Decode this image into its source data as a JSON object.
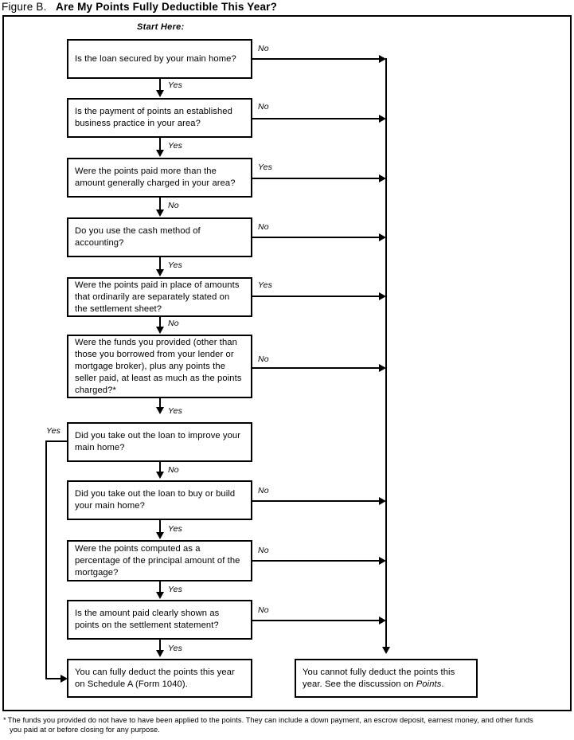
{
  "title": {
    "prefix": "Figure B.",
    "main": "Are My Points Fully Deductible This Year?"
  },
  "start_label": "Start Here:",
  "edge_labels": {
    "yes": "Yes",
    "no": "No"
  },
  "nodes": [
    {
      "id": "q1",
      "text": "Is the loan secured by your main home?"
    },
    {
      "id": "q2",
      "text": "Is the payment of points an established business practice in your area?"
    },
    {
      "id": "q3",
      "text": "Were the points paid more than the amount generally charged in your area?"
    },
    {
      "id": "q4",
      "text": "Do you use the cash method of accounting?"
    },
    {
      "id": "q5",
      "text": "Were the points paid in place of amounts that ordinarily are separately stated on the settlement sheet?"
    },
    {
      "id": "q6",
      "text": "Were the funds you provided (other than those you borrowed from your lender or mortgage broker), plus any points the seller paid, at least as much as the points charged?*"
    },
    {
      "id": "q7",
      "text": "Did you take out the loan to improve your main home?"
    },
    {
      "id": "q8",
      "text": "Did you take out the loan to buy or build your main home?"
    },
    {
      "id": "q9",
      "text": "Were the points computed as a percentage of the principal amount of the mortgage?"
    },
    {
      "id": "q10",
      "text": "Is the amount paid clearly shown as points on the settlement statement?"
    }
  ],
  "terminals": {
    "deductible": "You can fully deduct the points this year on Schedule A (Form 1040).",
    "not_deductible_part1": "You cannot fully deduct the points this year. See the discussion on ",
    "not_deductible_italic": "Points",
    "not_deductible_part2": "."
  },
  "branch_labels": {
    "q1_out": "No",
    "q1_down": "Yes",
    "q2_out": "No",
    "q2_down": "Yes",
    "q3_out": "Yes",
    "q3_down": "No",
    "q4_out": "No",
    "q4_down": "Yes",
    "q5_out": "Yes",
    "q5_down": "No",
    "q6_out": "No",
    "q6_down": "Yes",
    "q7_left": "Yes",
    "q7_down": "No",
    "q8_out": "No",
    "q8_down": "Yes",
    "q9_out": "No",
    "q9_down": "Yes",
    "q10_out": "No",
    "q10_down": "Yes"
  },
  "footnote": {
    "star": "*",
    "line1": "The funds you provided do not have to have been applied to the points. They can include a down payment, an escrow deposit, earnest money, and other funds",
    "line2": "you paid at or before closing for any purpose."
  }
}
